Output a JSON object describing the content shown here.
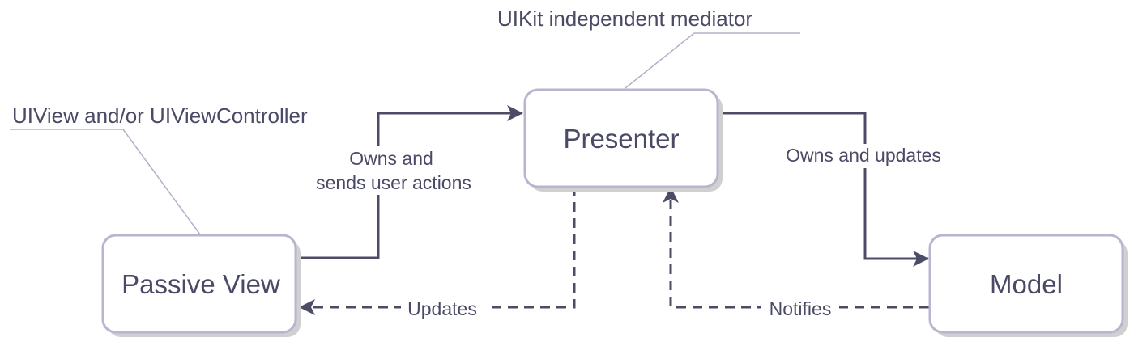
{
  "diagram": {
    "nodes": {
      "passive_view": "Passive View",
      "presenter": "Presenter",
      "model": "Model"
    },
    "edges": {
      "view_to_presenter_line1": "Owns and",
      "view_to_presenter_line2": "sends user actions",
      "presenter_to_model": "Owns and updates",
      "presenter_to_view": "Updates",
      "model_to_presenter": "Notifies"
    },
    "annotations": {
      "presenter_note": "UIKit independent mediator",
      "view_note": "UIView and/or UIViewController"
    },
    "colors": {
      "node_border": "#b9b4cf",
      "arrow": "#4d4c66",
      "text": "#4a4a66",
      "note_line": "#b3b0c8",
      "shadow": "#d0d0d0"
    }
  }
}
